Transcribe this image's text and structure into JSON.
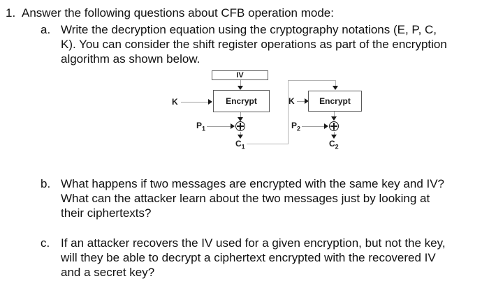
{
  "page": {
    "background": "#ffffff",
    "text_color": "#111111"
  },
  "question": {
    "number": "1.",
    "intro": "Answer the following questions about CFB operation mode:",
    "parts": [
      {
        "label": "a.",
        "lines": [
          "Write the decryption equation using the cryptography notations (E, P, C,",
          "K). You can consider the shift register operations as part of the encryption",
          "algorithm as shown below."
        ]
      },
      {
        "label": "b.",
        "lines": [
          "What happens if two messages are encrypted with the same key and IV?",
          "What can the attacker learn about the two messages just by looking at",
          "their ciphertexts?"
        ]
      },
      {
        "label": "c.",
        "lines": [
          "If an attacker recovers the IV used for a given encryption, but not the key,",
          "will they be able to decrypt a ciphertext encrypted with the recovered IV",
          "and a secret key?"
        ]
      }
    ]
  },
  "diagram": {
    "iv_label": "IV",
    "blocks": [
      {
        "key": "K",
        "encrypt": "Encrypt",
        "plain_base": "P",
        "plain_sub": "1",
        "cipher_base": "C",
        "cipher_sub": "1"
      },
      {
        "key": "K",
        "encrypt": "Encrypt",
        "plain_base": "P",
        "plain_sub": "2",
        "cipher_base": "C",
        "cipher_sub": "2"
      }
    ],
    "colors": {
      "box_border": "#595959",
      "connector_line": "#a0a0a0",
      "feedback_line": "#b3b3b3",
      "arrowhead": "#1a1a1a"
    }
  }
}
